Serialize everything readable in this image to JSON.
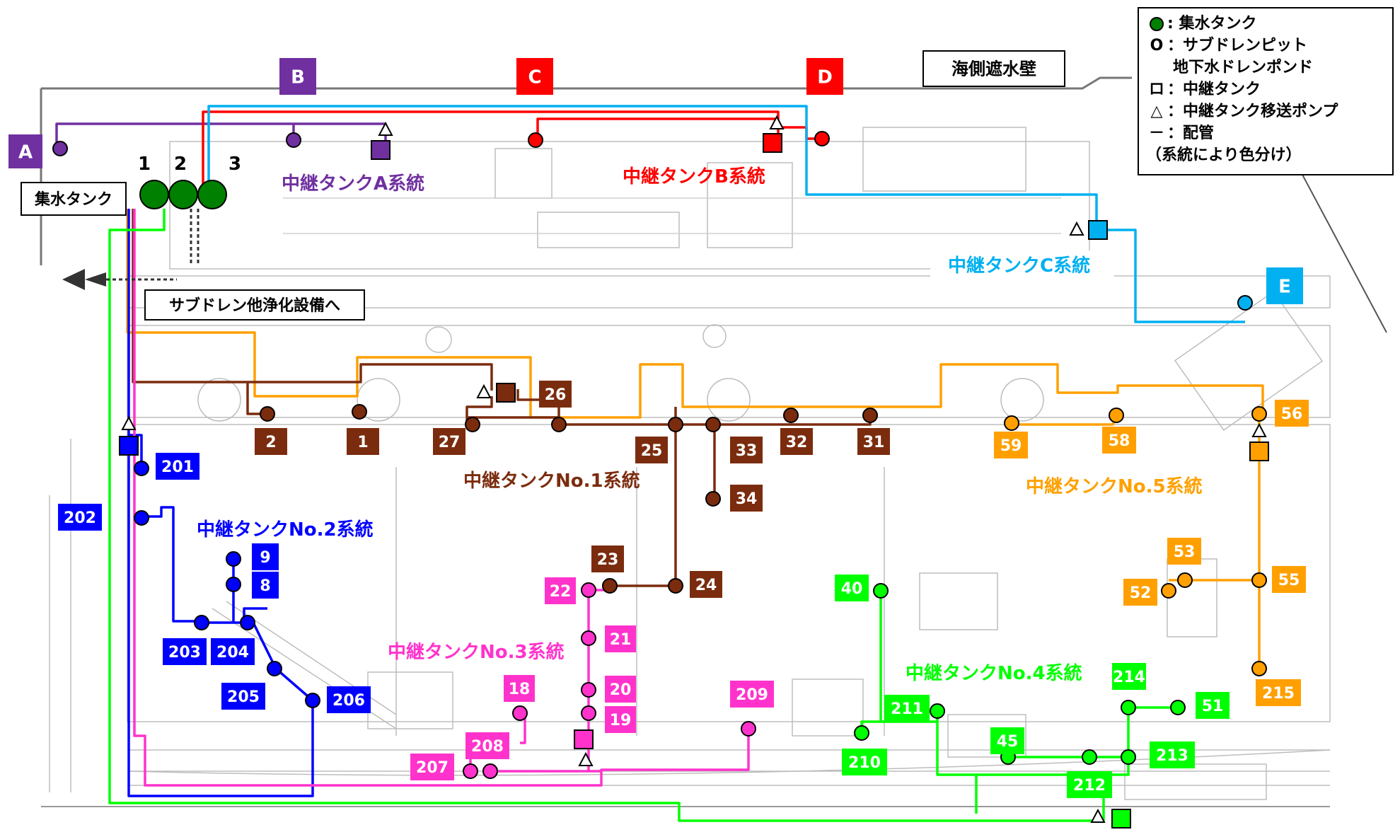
{
  "legend": {
    "items": [
      {
        "symbol": "●",
        "text": ": 集水タンク"
      },
      {
        "symbol": "O",
        "text": "：サブドレンピット"
      },
      {
        "symbol": "",
        "text": "地下水ドレンポンド"
      },
      {
        "symbol": "ロ",
        "text": "：中継タンク"
      },
      {
        "symbol": "△",
        "text": "：中継タンク移送ポンプ"
      },
      {
        "symbol": "－",
        "text": "：配管"
      },
      {
        "symbol": "",
        "text": "（系統により色分け）"
      }
    ]
  },
  "labels": {
    "seawall": "海側遮水壁",
    "collection_tank": "集水タンク",
    "purification": "サブドレン他浄化設備へ",
    "tank_numbers": [
      "1",
      "2",
      "3"
    ]
  },
  "systems": {
    "A": "中継タンクA系統",
    "B": "中継タンクB系統",
    "C": "中継タンクC系統",
    "no1": "中継タンクNo.1系統",
    "no2": "中継タンクNo.2系統",
    "no3": "中継タンクNo.3系統",
    "no4": "中継タンクNo.4系統",
    "no5": "中継タンクNo.5系統"
  },
  "area_letters": [
    "A",
    "B",
    "C",
    "D",
    "E"
  ],
  "pit_labels": {
    "brown": [
      "2",
      "1",
      "27",
      "26",
      "25",
      "33",
      "32",
      "31",
      "34",
      "23",
      "24"
    ],
    "blue": [
      "201",
      "202",
      "9",
      "8",
      "203",
      "204",
      "205",
      "206"
    ],
    "magenta": [
      "22",
      "21",
      "20",
      "19",
      "18",
      "208",
      "207",
      "209"
    ],
    "green": [
      "40",
      "211",
      "210",
      "45",
      "212",
      "213",
      "214",
      "51"
    ],
    "orange": [
      "59",
      "58",
      "56",
      "53",
      "52",
      "55",
      "215"
    ]
  },
  "colors": {
    "purple": "#7030a0",
    "red": "#ff0000",
    "cyan": "#00b0f0",
    "brown": "#7b2c0e",
    "blue": "#0000ff",
    "magenta": "#ff33cc",
    "green": "#00ff00",
    "orange": "#ffa000",
    "dark_green": "#008000"
  }
}
